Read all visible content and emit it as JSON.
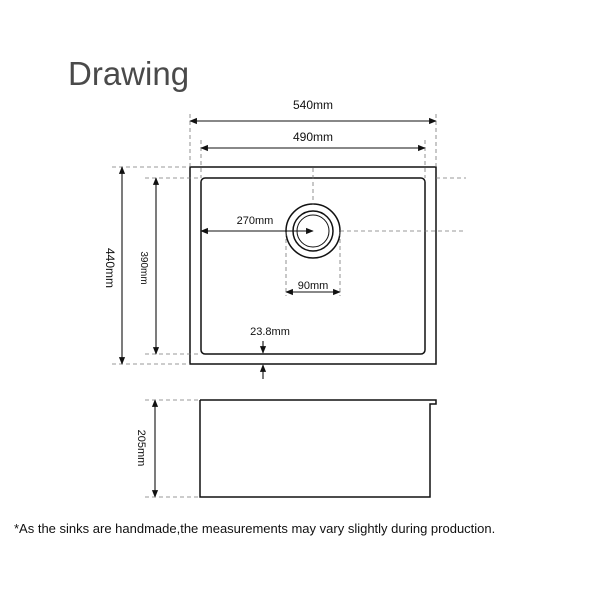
{
  "title": "Drawing",
  "dimensions": {
    "outer_width": "540mm",
    "inner_width": "490mm",
    "outer_depth": "440mm",
    "inner_depth": "390mm",
    "drain_offset": "270mm",
    "drain_diameter": "90mm",
    "rim_offset": "23.8mm",
    "bowl_height": "205mm"
  },
  "note": "*As the sinks are handmade,the measurements may vary slightly during production.",
  "colors": {
    "line": "#111111",
    "title": "#4a4a4a"
  }
}
